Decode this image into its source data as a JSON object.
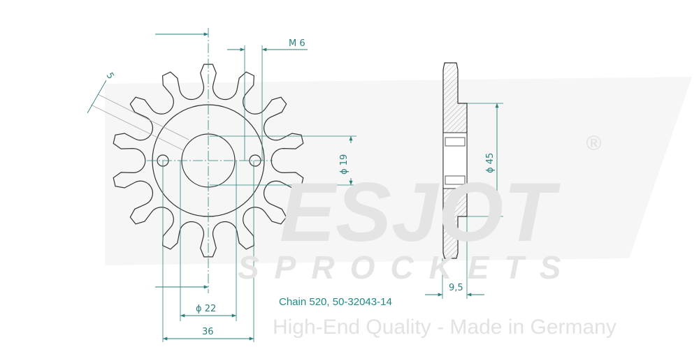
{
  "watermark": {
    "brand": "ESJOT",
    "registered": "®",
    "sub": "SPROCKETS",
    "tagline": "High-End Quality - Made in Germany"
  },
  "dimensions": {
    "thread": "M 6",
    "tooth_offset": "5",
    "bore": "ϕ 19",
    "hub": "ϕ 45",
    "inner": "ϕ 22",
    "bolt_span": "36",
    "thickness": "9,5"
  },
  "caption": "Chain 520, 50-32043-14",
  "teeth": 14,
  "colors": {
    "dimension": "#2a7f7a",
    "outline": "#333333"
  }
}
